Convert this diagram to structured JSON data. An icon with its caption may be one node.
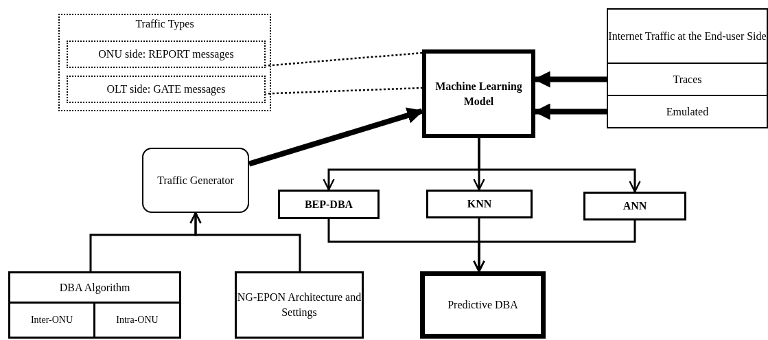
{
  "diagram": {
    "nodes": [
      {
        "text": [
          "Traffic Types"
        ]
      },
      {
        "text": [
          "ONU side: REPORT messages"
        ],
        "in": 0
      },
      {
        "text": [
          "OLT side: GATE messages"
        ],
        "in": 0
      },
      {
        "text": [
          "Machine Learning Model"
        ]
      },
      {
        "text": [
          "Internet Traffic at the End-user Side"
        ]
      },
      {
        "text": [
          "Traces"
        ]
      },
      {
        "text": [
          "Emulated"
        ]
      },
      {
        "text": [
          "Traffic Generator"
        ]
      },
      {
        "text": [
          "BEP-DBA"
        ]
      },
      {
        "text": [
          "KNN"
        ]
      },
      {
        "text": [
          "ANN"
        ]
      },
      {
        "text": [
          "DBA Algorithm"
        ]
      },
      {
        "text": [
          "Inter-ONU"
        ]
      },
      {
        "text": [
          "Intra-ONU"
        ]
      },
      {
        "text": [
          "NG-EPON Architecture and Settings"
        ]
      },
      {
        "text": [
          "Predictive DBA"
        ]
      }
    ],
    "edges": [
      {
        "from": 1,
        "to": 3,
        "arrow": "none",
        "style": "dashed"
      },
      {
        "from": 2,
        "to": 3,
        "arrow": "none",
        "style": "dashed"
      },
      {
        "from": 7,
        "to": 3,
        "arrow": "to",
        "style": "thick"
      },
      {
        "from": 5,
        "to": 3,
        "arrow": "to",
        "style": "thick"
      },
      {
        "from": 6,
        "to": 3,
        "arrow": "to",
        "style": "thick"
      },
      {
        "from": 3,
        "to": 8,
        "arrow": "to"
      },
      {
        "from": 3,
        "to": 9,
        "arrow": "to"
      },
      {
        "from": 3,
        "to": 10,
        "arrow": "to"
      },
      {
        "from": 8,
        "to": 15,
        "arrow": "to"
      },
      {
        "from": 9,
        "to": 15,
        "arrow": "to"
      },
      {
        "from": 10,
        "to": 15,
        "arrow": "to"
      },
      {
        "from": 11,
        "to": 7,
        "arrow": "to"
      },
      {
        "from": 14,
        "to": 7,
        "arrow": "to"
      }
    ]
  }
}
